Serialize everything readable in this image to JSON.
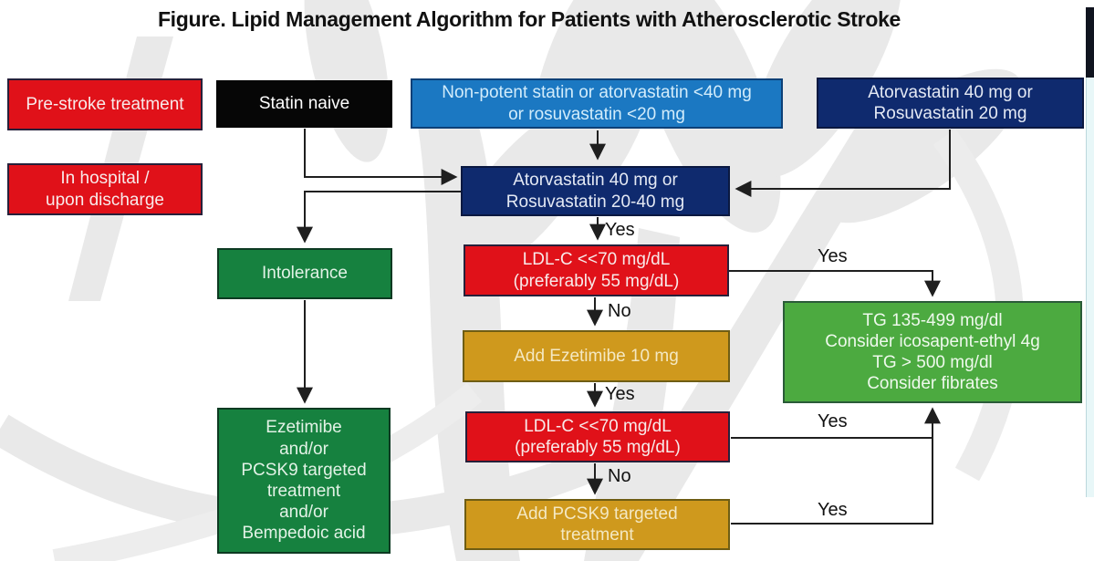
{
  "title": "Figure. Lipid Management Algorithm for Patients with Atherosclerotic Stroke",
  "boxes": {
    "pre_stroke": {
      "label": "Pre-stroke treatment"
    },
    "statin_naive": {
      "label": "Statin naive"
    },
    "non_potent": {
      "lines": [
        "Non-potent statin or atorvastatin <40 mg",
        "or rosuvastatin <20 mg"
      ]
    },
    "atorva_rosu_20": {
      "lines": [
        "Atorvastatin 40 mg or",
        "Rosuvastatin 20 mg"
      ]
    },
    "in_hospital": {
      "lines": [
        "In hospital /",
        "upon discharge"
      ]
    },
    "atorva_rosu_20_40": {
      "lines": [
        "Atorvastatin 40 mg or",
        "Rosuvastatin 20-40 mg"
      ]
    },
    "intolerance": {
      "label": "Intolerance"
    },
    "ldl_check_1": {
      "lines": [
        "LDL-C <<70 mg/dL",
        "(preferably 55 mg/dL)"
      ]
    },
    "add_ezetimibe": {
      "label": "Add Ezetimibe 10 mg"
    },
    "ldl_check_2": {
      "lines": [
        "LDL-C <<70 mg/dL",
        "(preferably 55 mg/dL)"
      ]
    },
    "add_pcsk9": {
      "lines": [
        "Add PCSK9 targeted",
        "treatment"
      ]
    },
    "intolerance_treatment": {
      "lines": [
        "Ezetimibe",
        "and/or",
        "PCSK9 targeted",
        "treatment",
        "and/or",
        "Bempedoic acid"
      ]
    },
    "triglycerides": {
      "lines": [
        "TG 135-499 mg/dl",
        "Consider icosapent-ethyl 4g",
        "TG > 500 mg/dl",
        "Consider fibrates"
      ]
    }
  },
  "flow_labels": {
    "yes_navy_to_ldl1": "Yes",
    "yes_ldl1_to_tg": "Yes",
    "no_ldl1_to_ezetimibe": "No",
    "yes_ezetimibe_to_ldl2": "Yes",
    "yes_ldl2_to_tg": "Yes",
    "no_ldl2_to_pcsk9": "No",
    "yes_pcsk9_to_tg": "Yes"
  },
  "colors": {
    "red": "#e01119",
    "black": "#060606",
    "blue": "#1b78c2",
    "navy": "#0f2a6e",
    "green-dark": "#16813f",
    "green-light": "#4caa40",
    "gold": "#cf991d",
    "line": "#1f1f1f",
    "watermark": "#e9e9e9",
    "edge-dark": "#10141f",
    "edge-light": "#e8f7f8"
  }
}
